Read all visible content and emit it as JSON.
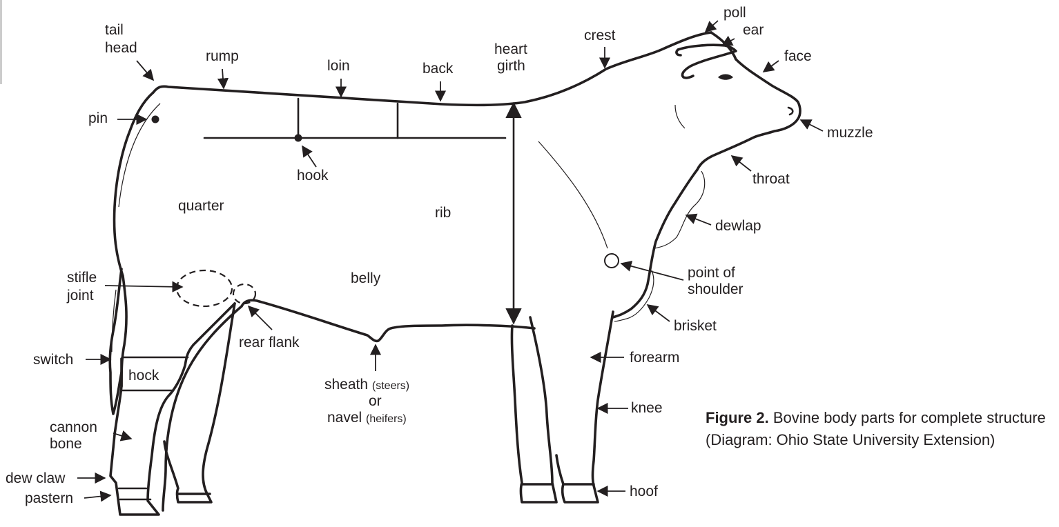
{
  "labels": {
    "tail_head_1": "tail",
    "tail_head_2": "head",
    "rump": "rump",
    "loin": "loin",
    "back": "back",
    "heart_girth_1": "heart",
    "heart_girth_2": "girth",
    "crest": "crest",
    "poll": "poll",
    "ear": "ear",
    "face": "face",
    "muzzle": "muzzle",
    "throat": "throat",
    "dewlap": "dewlap",
    "point_of_shoulder_1": "point of",
    "point_of_shoulder_2": "shoulder",
    "brisket": "brisket",
    "forearm": "forearm",
    "knee": "knee",
    "hoof": "hoof",
    "pin": "pin",
    "hook": "hook",
    "quarter": "quarter",
    "rib": "rib",
    "belly": "belly",
    "stifle_joint_1": "stifle",
    "stifle_joint_2": "joint",
    "rear_flank": "rear flank",
    "switch": "switch",
    "hock": "hock",
    "cannon_bone_1": "cannon",
    "cannon_bone_2": "bone",
    "dew_claw": "dew claw",
    "pastern": "pastern",
    "sheath": "sheath",
    "sheath_note": "(steers)",
    "or": "or",
    "navel": "navel",
    "navel_note": "(heifers)"
  },
  "caption": {
    "prefix": "Figure 2.",
    "text": "Bovine body parts for complete structure (Diagram: Ohio State University Extension)"
  },
  "colors": {
    "ink": "#231f20",
    "background": "#ffffff"
  }
}
